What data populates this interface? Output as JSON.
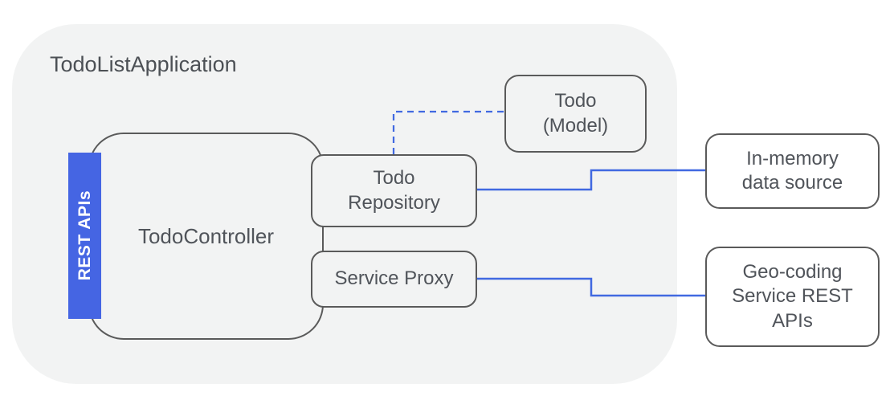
{
  "diagram": {
    "container": {
      "title": "TodoListApplication"
    },
    "nodes": {
      "controller": {
        "label": "TodoController"
      },
      "rest_apis": {
        "label": "REST APIs"
      },
      "repository": {
        "label": "Todo\nRepository"
      },
      "service_proxy": {
        "label": "Service Proxy"
      },
      "model": {
        "label": "Todo\n(Model)"
      },
      "in_memory": {
        "label": "In-memory\ndata source"
      },
      "geo_service": {
        "label": "Geo-coding\nService REST\nAPIs"
      }
    },
    "connectors": [
      {
        "name": "model-dependency-dashed-connector",
        "from": "todo-repository",
        "to": "todo-model",
        "style": "dashed"
      },
      {
        "name": "repository-datasource-connector",
        "from": "todo-repository",
        "to": "in-memory-data-source",
        "style": "solid"
      },
      {
        "name": "proxy-geoservice-connector",
        "from": "service-proxy",
        "to": "geo-coding-service",
        "style": "solid"
      }
    ],
    "colors": {
      "accent_blue": "#4565e3",
      "connector_blue": "#4169e1",
      "border_gray": "#5a5a5a",
      "container_fill": "#f2f3f3",
      "text_gray": "#50545a",
      "page_background": "#ffffff"
    }
  }
}
